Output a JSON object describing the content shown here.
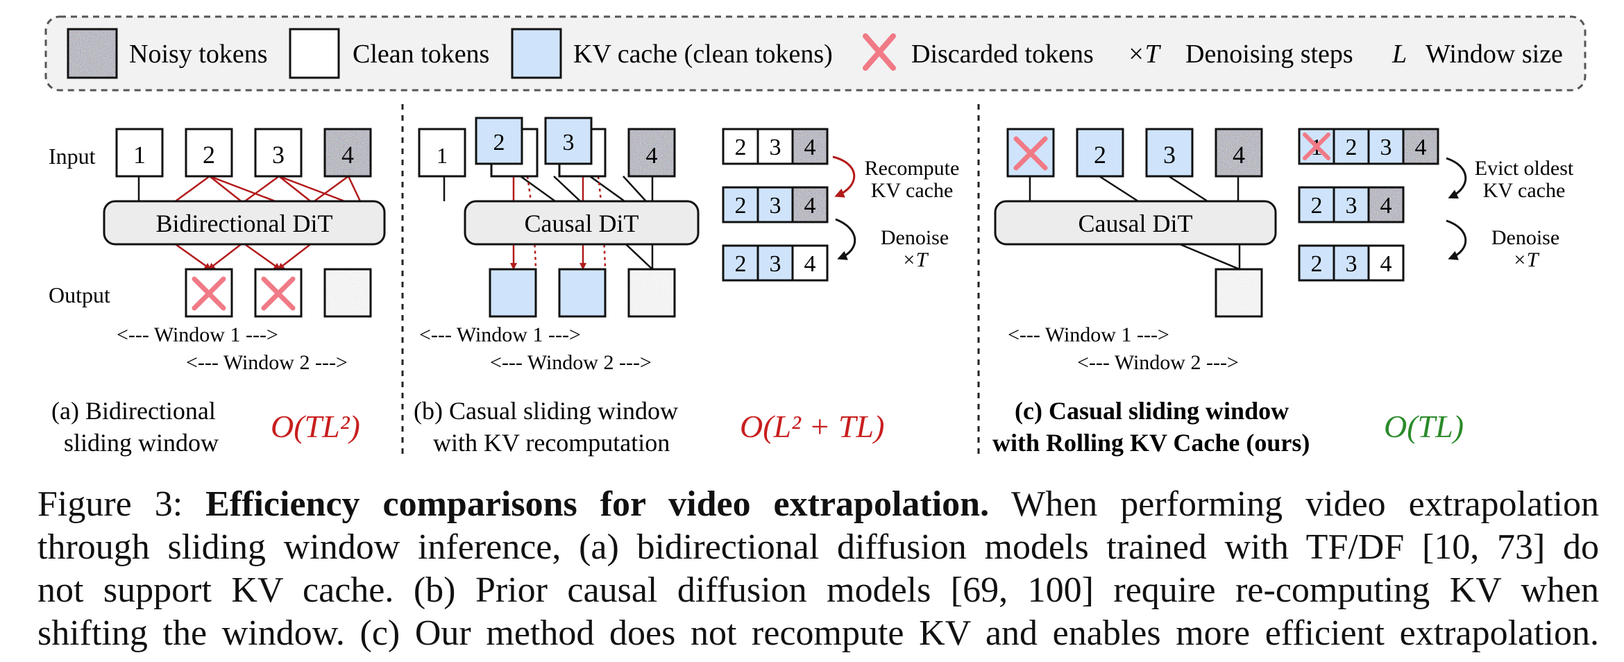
{
  "legend": {
    "noisy": "Noisy tokens",
    "clean": "Clean tokens",
    "kv": "KV cache (clean tokens)",
    "discarded": "Discarded tokens",
    "steps_symbol": "×T",
    "steps": "Denoising steps",
    "window_symbol": "L",
    "window": "Window size"
  },
  "panel_a": {
    "input_label": "Input",
    "output_label": "Output",
    "model": "Bidirectional DiT",
    "tokens": [
      "1",
      "2",
      "3",
      "4"
    ],
    "window1": "<--- Window 1 --->",
    "window2": "<--- Window 2 --->",
    "caption_line1": "(a)  Bidirectional",
    "caption_line2": "sliding window",
    "complexity": "O(TL²)"
  },
  "panel_b": {
    "model": "Causal DiT",
    "tokens": [
      "1",
      "2",
      "2",
      "3",
      "3",
      "4"
    ],
    "cache_tokens": [
      "2",
      "3",
      "4"
    ],
    "recompute_line1": "Recompute",
    "recompute_line2": "KV cache",
    "denoise_line1": "Denoise",
    "denoise_line2": "×T",
    "window1": "<--- Window 1 --->",
    "window2": "<--- Window 2 --->",
    "caption_line1": "(b) Casual sliding window",
    "caption_line2": "with KV recomputation",
    "complexity": "O(L² + TL)"
  },
  "panel_c": {
    "model": "Causal DiT",
    "tokens": [
      "2",
      "3",
      "4"
    ],
    "cache_tokens": [
      "1",
      "2",
      "3",
      "4"
    ],
    "evict_line1": "Evict oldest",
    "evict_line2": "KV cache",
    "denoise_line1": "Denoise",
    "denoise_line2": "×T",
    "window1": "<--- Window 1 --->",
    "window2": "<--- Window 2 --->",
    "caption_line1": "(c) Casual sliding window",
    "caption_line2": "with Rolling KV Cache (ours)",
    "complexity": "O(TL)"
  },
  "caption": {
    "prefix": "Figure 3: ",
    "bold": "Efficiency comparisons for video extrapolation.",
    "line1_rest": " When performing video extrapolation",
    "line2": "through sliding window inference, (a) bidirectional diffusion models trained with TF/DF [10, 73] do",
    "line3": "not support KV cache. (b) Prior causal diffusion models [69, 100] require re-computing KV when",
    "line4": "shifting the window. (c) Our method does not recompute KV and enables more efficient extrapolation."
  },
  "colors": {
    "kv_fill": "#cfe4fb",
    "discard": "#f07a86",
    "red_arrow": "#b31b1b",
    "complexity_red": "#c81e1e",
    "complexity_green": "#2a8a2a",
    "dit_fill": "#ececec"
  }
}
